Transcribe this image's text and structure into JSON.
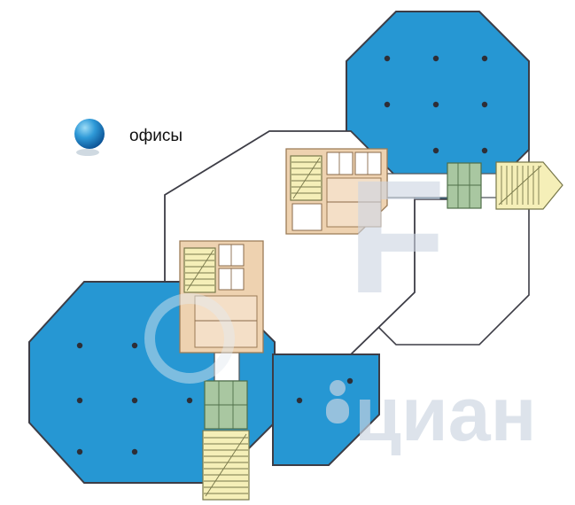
{
  "legend": {
    "label": "офисы",
    "marker": "blue-sphere"
  },
  "watermark": {
    "letter": "F",
    "brand": "циан"
  },
  "colors": {
    "office_blue": "#2697d3",
    "outline": "#3d3d46",
    "core_tan": "#eed2b0",
    "room_peach": "#f4dfc7",
    "stair_yellow": "#f5efb8",
    "elevator_green": "#a9c7a1",
    "watermark_gray": "#ccd5e1"
  },
  "plan": {
    "zones": [
      {
        "id": "wing-top-right",
        "type": "offices"
      },
      {
        "id": "wing-bottom-left",
        "type": "offices"
      },
      {
        "id": "atrium-center",
        "type": "hall"
      },
      {
        "id": "section-lower-right",
        "type": "hall"
      },
      {
        "id": "service-core-upper",
        "type": "stairs-elevators"
      },
      {
        "id": "service-core-lower",
        "type": "stairs-elevators"
      },
      {
        "id": "stair-tower-east",
        "type": "stairs"
      },
      {
        "id": "stair-tower-south",
        "type": "stairs"
      }
    ]
  }
}
